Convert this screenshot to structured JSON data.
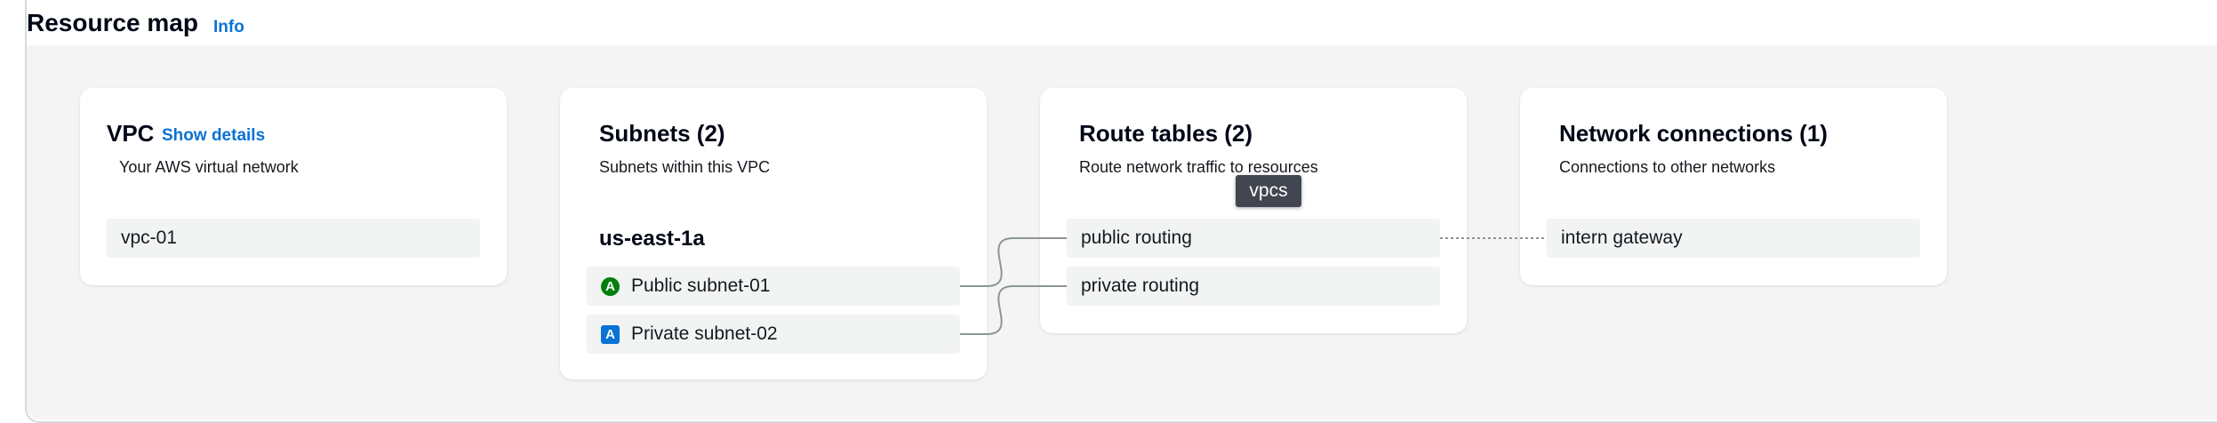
{
  "header": {
    "title": "Resource map",
    "info_link": "Info"
  },
  "vpc": {
    "title": "VPC",
    "show_details": "Show details",
    "subtitle": "Your AWS virtual network",
    "items": [
      "vpc-01"
    ]
  },
  "subnets": {
    "title": "Subnets (2)",
    "subtitle": "Subnets within this VPC",
    "az": "us-east-1a",
    "items": [
      {
        "label": "Public subnet-01",
        "badge": "A",
        "badge_color": "#037f0c"
      },
      {
        "label": "Private subnet-02",
        "badge": "A",
        "badge_color": "#0972d3"
      }
    ]
  },
  "route_tables": {
    "title": "Route tables (2)",
    "subtitle": "Route network traffic to resources",
    "items": [
      "public routing",
      "private routing"
    ],
    "tooltip": "vpcs"
  },
  "network_connections": {
    "title": "Network connections (1)",
    "subtitle": "Connections to other networks",
    "items": [
      "intern gateway"
    ]
  }
}
